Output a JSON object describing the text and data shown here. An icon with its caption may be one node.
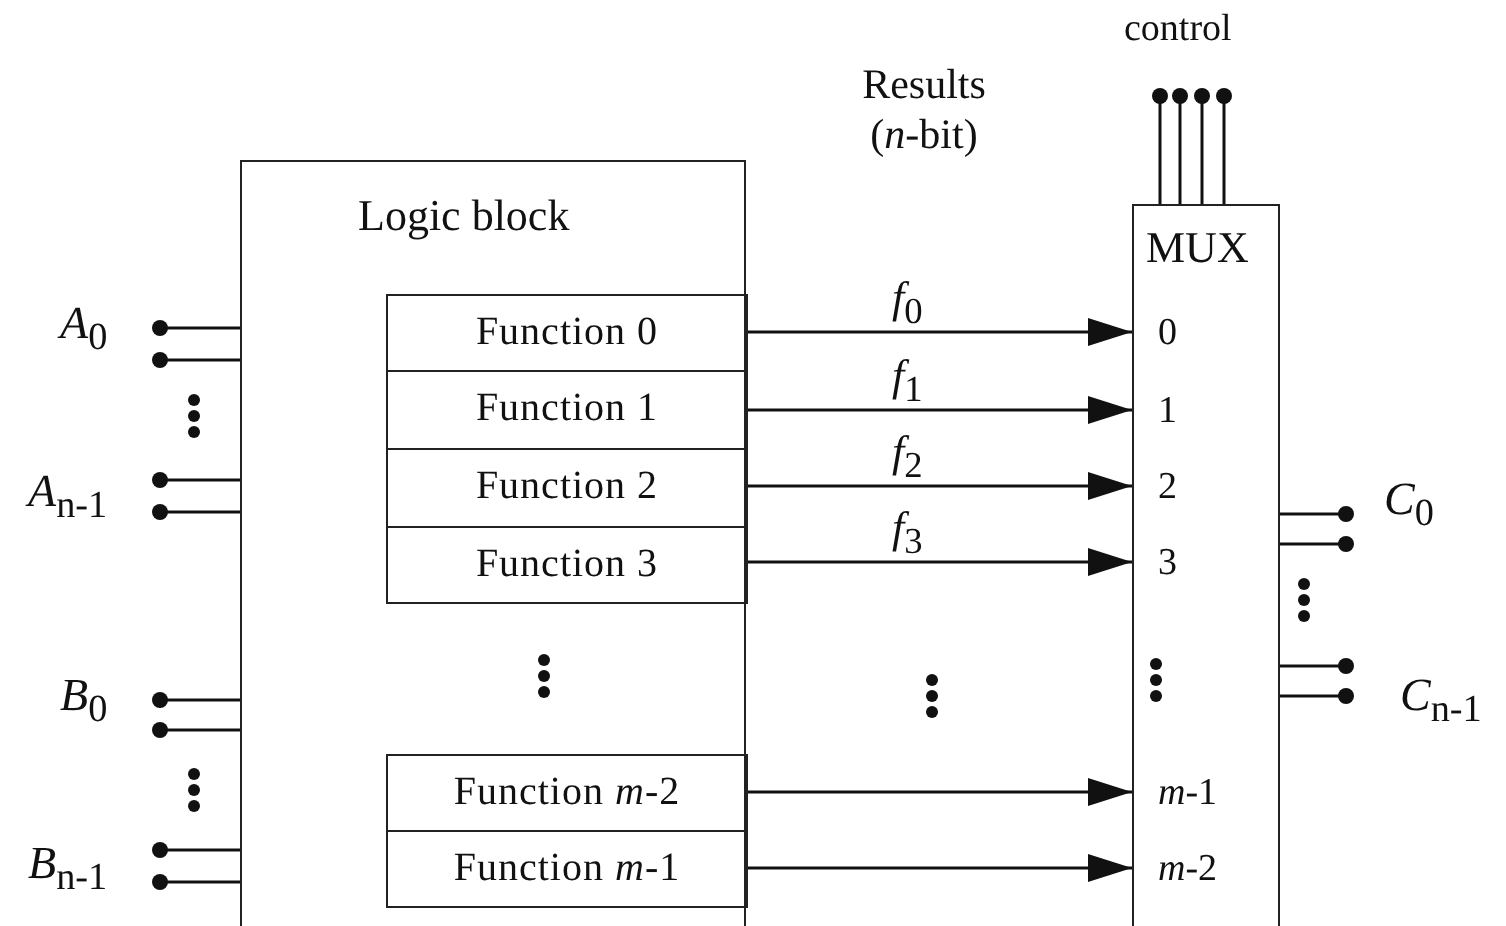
{
  "diagram": {
    "nodes": [
      {
        "text": [
          "Logic block"
        ]
      },
      {
        "text": [
          "Function 0"
        ],
        "in": 0
      },
      {
        "text": [
          "Function 1"
        ],
        "in": 0
      },
      {
        "text": [
          "Function 2"
        ],
        "in": 0
      },
      {
        "text": [
          "Function 3"
        ],
        "in": 0
      },
      {
        "text": [
          "Function *m*-2"
        ],
        "in": 0
      },
      {
        "text": [
          "Function *m*-1"
        ],
        "in": 0
      },
      {
        "text": [
          "MUX"
        ]
      },
      {
        "text": [
          "0"
        ],
        "in": 7
      },
      {
        "text": [
          "1"
        ],
        "in": 7
      },
      {
        "text": [
          "2"
        ],
        "in": 7
      },
      {
        "text": [
          "3"
        ],
        "in": 7
      },
      {
        "text": [
          "*m*-1"
        ],
        "in": 7
      },
      {
        "text": [
          "*m*-2"
        ],
        "in": 7
      }
    ],
    "edges": [
      {
        "from": 1,
        "to": 8,
        "arrow": "to",
        "label": "*f*$_{0}$"
      },
      {
        "from": 2,
        "to": 9,
        "arrow": "to",
        "label": "*f*$_{1}$"
      },
      {
        "from": 3,
        "to": 10,
        "arrow": "to",
        "label": "*f*$_{2}$"
      },
      {
        "from": 4,
        "to": 11,
        "arrow": "to",
        "label": "*f*$_{3}$"
      },
      {
        "from": 5,
        "to": 12,
        "arrow": "to"
      },
      {
        "from": 6,
        "to": 13,
        "arrow": "to"
      },
      {
        "from": null,
        "to": 0,
        "arrow": "other"
      },
      {
        "from": null,
        "to": 0,
        "arrow": "other"
      },
      {
        "from": null,
        "to": 0,
        "arrow": "other"
      },
      {
        "from": null,
        "to": 0,
        "arrow": "other"
      },
      {
        "from": null,
        "to": 0,
        "arrow": "other"
      },
      {
        "from": null,
        "to": 0,
        "arrow": "other"
      },
      {
        "from": null,
        "to": 0,
        "arrow": "other"
      },
      {
        "from": null,
        "to": 0,
        "arrow": "other"
      },
      {
        "from": 7,
        "to": null,
        "arrow": "other"
      },
      {
        "from": 7,
        "to": null,
        "arrow": "other"
      },
      {
        "from": 7,
        "to": null,
        "arrow": "other"
      },
      {
        "from": 7,
        "to": null,
        "arrow": "other"
      },
      {
        "from": null,
        "to": 7,
        "arrow": "other"
      },
      {
        "from": null,
        "to": 7,
        "arrow": "other"
      },
      {
        "from": null,
        "to": 7,
        "arrow": "other"
      },
      {
        "from": null,
        "to": 7,
        "arrow": "other"
      }
    ],
    "labels": [
      "control",
      "Results (*n*-bit)",
      "*A*$_{0}$",
      "*A*$_{n-1}$",
      "*B*$_{0}$",
      "*B*$_{n-1}$",
      "*C*$_{0}$",
      "*C*$_{n-1}$"
    ]
  }
}
